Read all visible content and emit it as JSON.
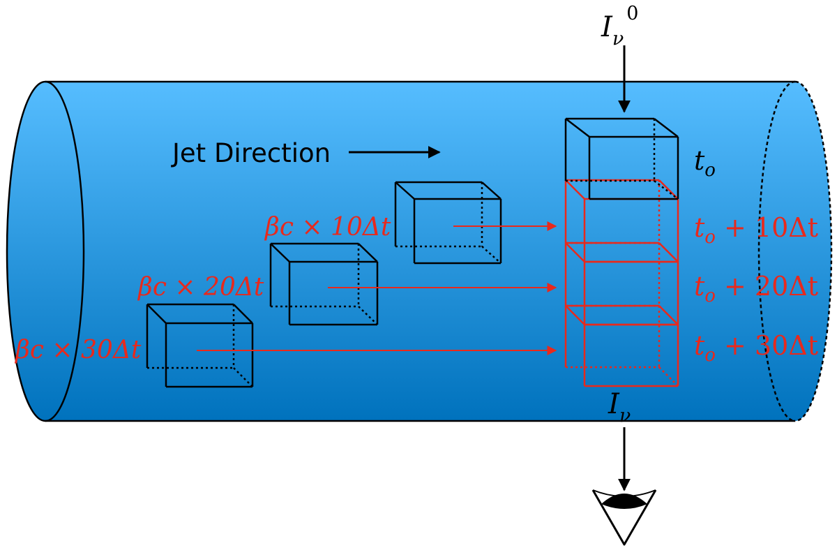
{
  "labels": {
    "jet_direction": "Jet Direction",
    "incident_intensity": {
      "base": "I",
      "sub": "ν",
      "sup": "0"
    },
    "observed_intensity": {
      "base": "I",
      "sub": "ν"
    },
    "observer_time": {
      "base": "t",
      "sub": "o"
    },
    "time_labels": [
      {
        "sub": "o",
        "rest": " + 10Δt"
      },
      {
        "sub": "o",
        "rest": " + 20Δt"
      },
      {
        "sub": "o",
        "rest": " + 30Δt"
      }
    ],
    "distance_labels": [
      "βc × 10Δt",
      "βc × 20Δt",
      "βc × 30Δt"
    ]
  },
  "colors": {
    "jet_top": "#56bdff",
    "jet_bottom": "#0072bd",
    "red": "#e8291c",
    "ink": "#000000"
  },
  "icons": {
    "observer": "eye-icon"
  }
}
